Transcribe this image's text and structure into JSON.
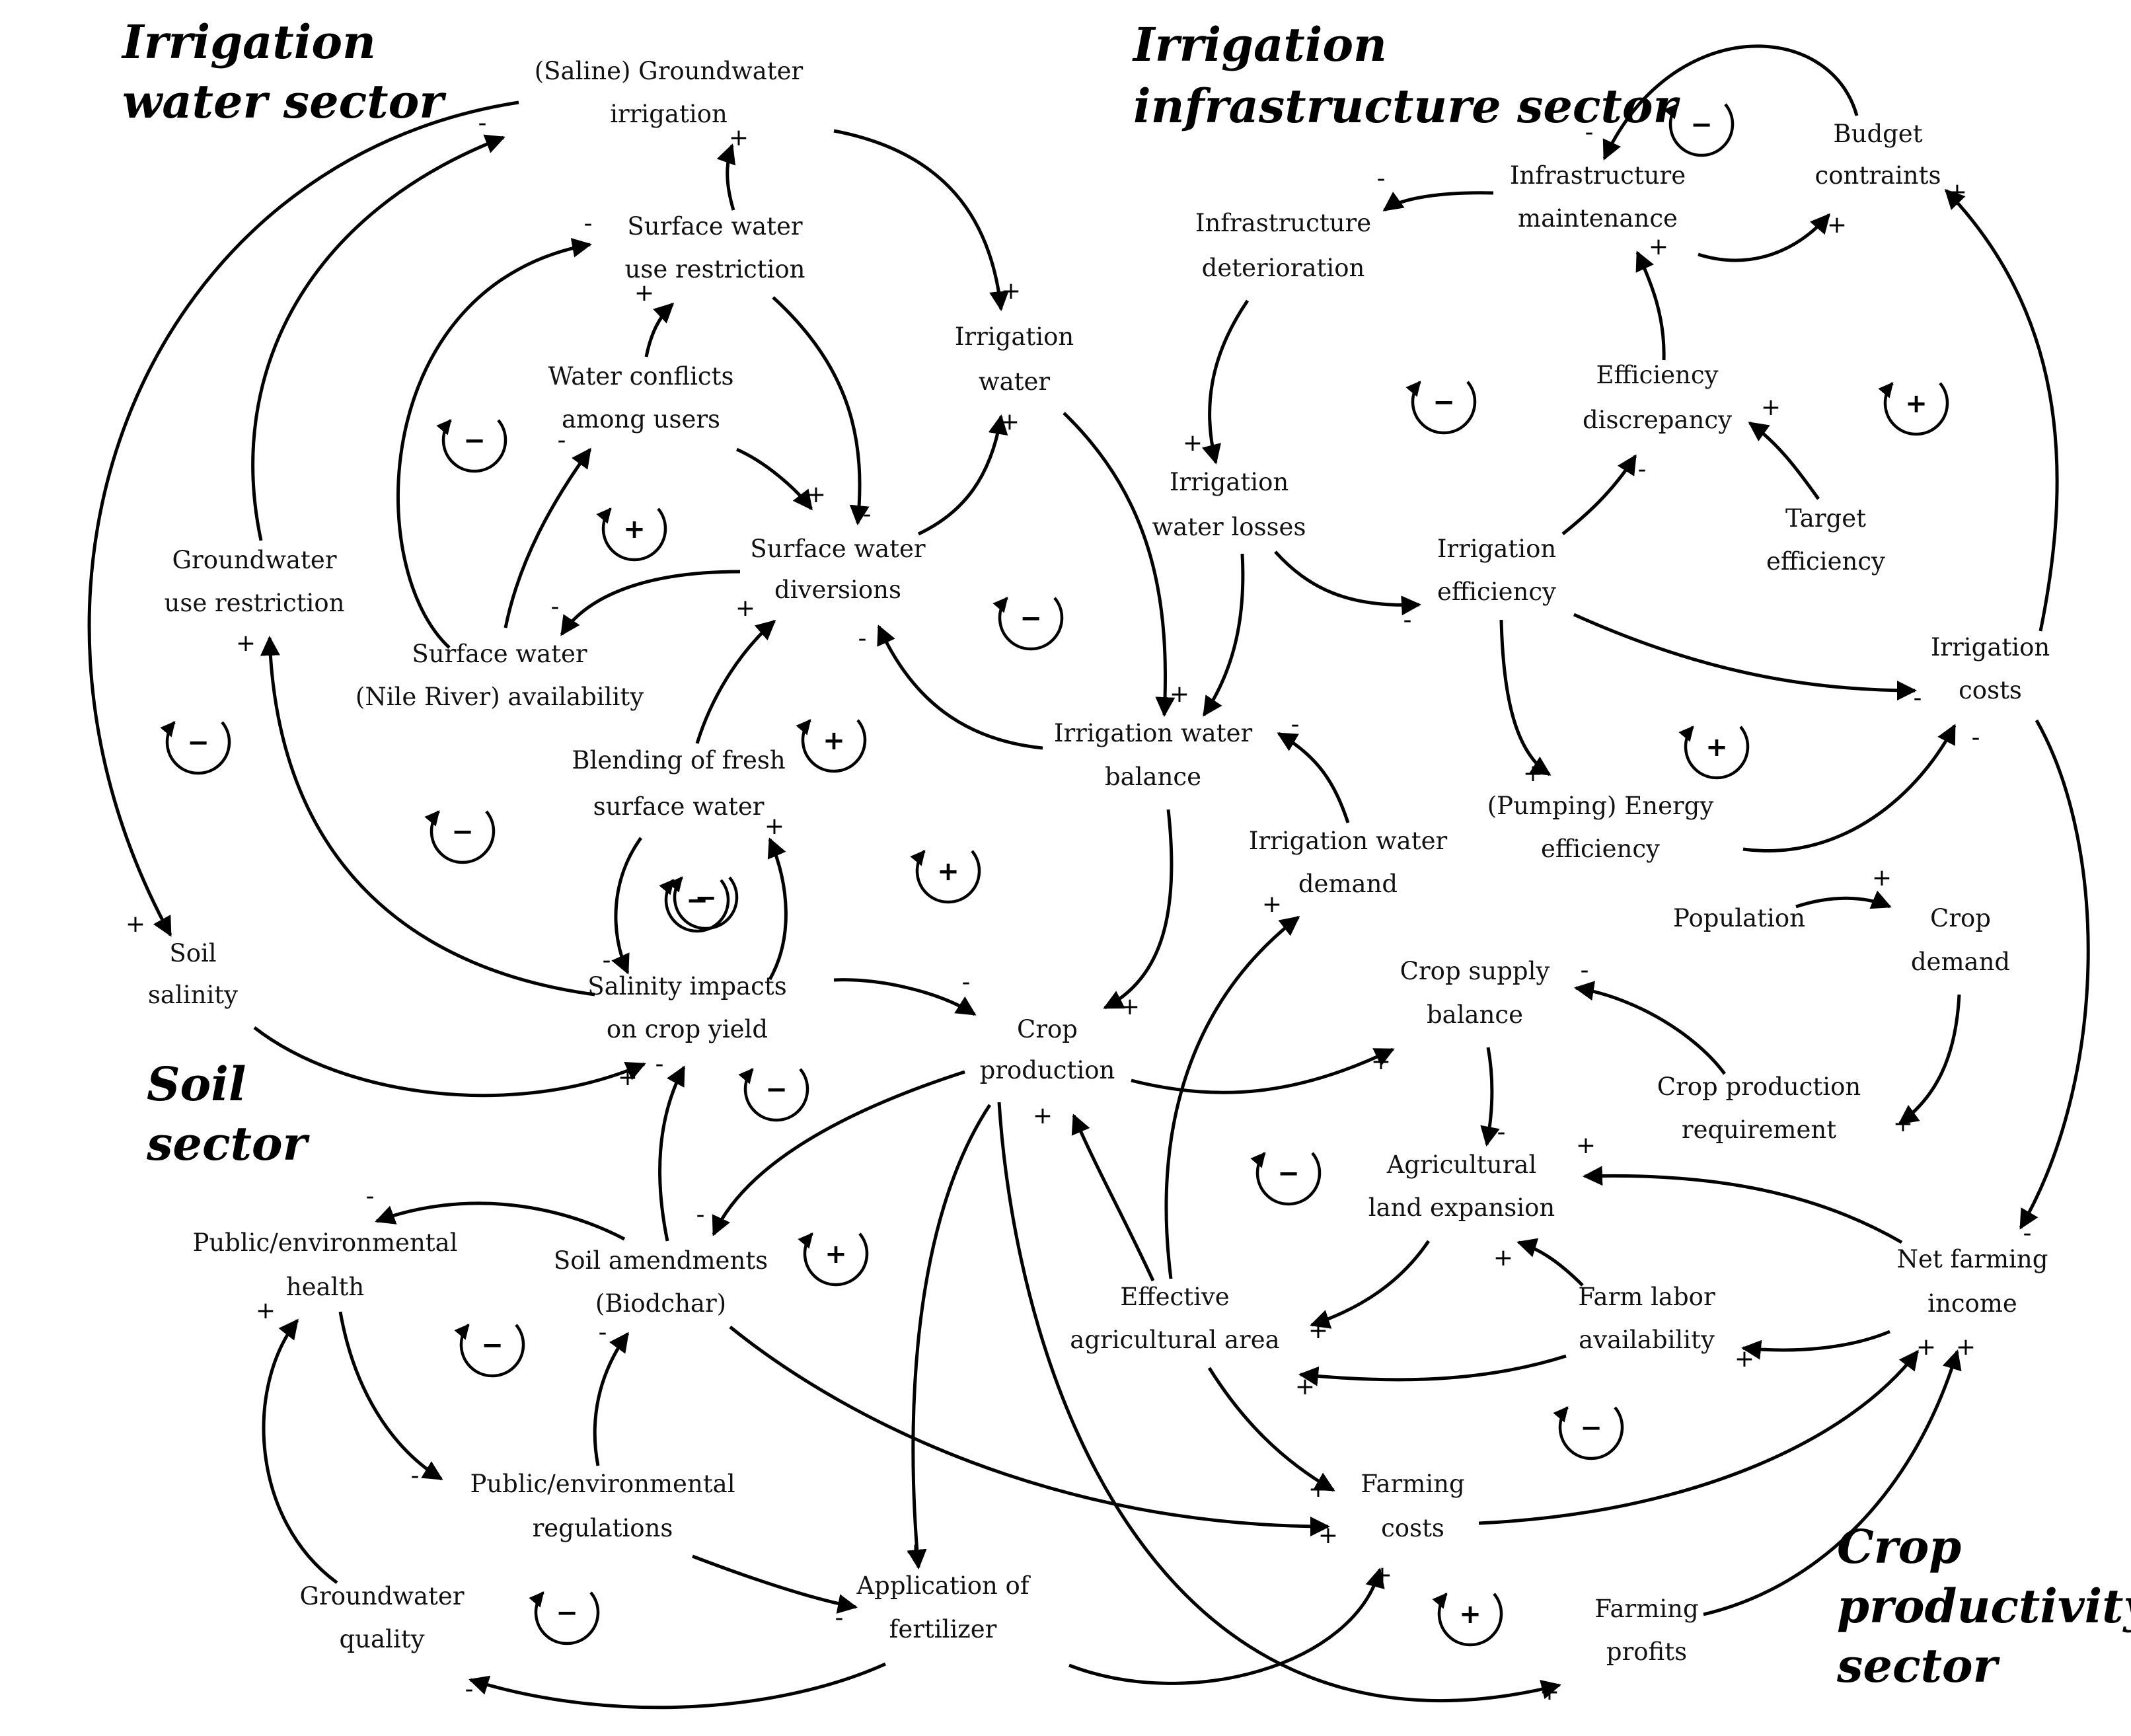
{
  "sectors": {
    "irrigation_water": [
      "Irrigation",
      "water sector"
    ],
    "irrigation_infrastructure": [
      "Irrigation",
      "infrastructure sector"
    ],
    "soil": [
      "Soil",
      "sector"
    ],
    "crop_productivity": [
      "Crop",
      "productivity",
      "sector"
    ]
  },
  "nodes": {
    "saline_gw_irrigation": [
      "(Saline) Groundwater",
      "irrigation"
    ],
    "sw_use_restriction": [
      "Surface water",
      "use restriction"
    ],
    "water_conflicts": [
      "Water conflicts",
      "among users"
    ],
    "irrigation_water": [
      "Irrigation",
      "water"
    ],
    "gw_use_restriction": [
      "Groundwater",
      "use restriction"
    ],
    "sw_diversions": [
      "Surface water",
      "diversions"
    ],
    "sw_availability": [
      "Surface water",
      "(Nile River) availability"
    ],
    "blending": [
      "Blending of fresh",
      "surface water"
    ],
    "soil_salinity": [
      "Soil",
      "salinity"
    ],
    "salinity_impacts": [
      "Salinity impacts",
      "on crop yield"
    ],
    "infra_maintenance": [
      "Infrastructure",
      "maintenance"
    ],
    "budget": [
      "Budget",
      "contraints"
    ],
    "infra_deterioration": [
      "Infrastructure",
      "deterioration"
    ],
    "efficiency_discrepancy": [
      "Efficiency",
      "discrepancy"
    ],
    "irrigation_water_losses": [
      "Irrigation",
      "water losses"
    ],
    "irrigation_efficiency": [
      "Irrigation",
      "efficiency"
    ],
    "target_efficiency": [
      "Target",
      "efficiency"
    ],
    "irrigation_costs": [
      "Irrigation",
      "costs"
    ],
    "irrigation_water_balance": [
      "Irrigation water",
      "balance"
    ],
    "pumping_energy": [
      "(Pumping) Energy",
      "efficiency"
    ],
    "irrigation_water_demand": [
      "Irrigation water",
      "demand"
    ],
    "population": [
      "Population"
    ],
    "crop_demand": [
      "Crop",
      "demand"
    ],
    "crop_production": [
      "Crop",
      "production"
    ],
    "crop_supply_balance": [
      "Crop supply",
      "balance"
    ],
    "crop_production_requirement": [
      "Crop production",
      "requirement"
    ],
    "agri_land_expansion": [
      "Agricultural",
      "land expansion"
    ],
    "public_health": [
      "Public/environmental",
      "health"
    ],
    "soil_amendments": [
      "Soil amendments",
      "(Biodchar)"
    ],
    "effective_area": [
      "Effective",
      "agricultural area"
    ],
    "farm_labor": [
      "Farm labor",
      "availability"
    ],
    "net_farming_income": [
      "Net farming",
      "income"
    ],
    "public_regulations": [
      "Public/environmental",
      "regulations"
    ],
    "farming_costs": [
      "Farming",
      "costs"
    ],
    "groundwater_quality": [
      "Groundwater",
      "quality"
    ],
    "application_fertilizer": [
      "Application of",
      "fertilizer"
    ],
    "farming_profits": [
      "Farming",
      "profits"
    ]
  },
  "links": [
    {
      "from": "saline_gw_irrigation",
      "to": "soil_salinity",
      "polarity": "+"
    },
    {
      "from": "saline_gw_irrigation",
      "to": "irrigation_water",
      "polarity": "+"
    },
    {
      "from": "gw_use_restriction",
      "to": "saline_gw_irrigation",
      "polarity": "-"
    },
    {
      "from": "sw_use_restriction",
      "to": "saline_gw_irrigation",
      "polarity": "+"
    },
    {
      "from": "sw_use_restriction",
      "to": "sw_diversions",
      "polarity": "-"
    },
    {
      "from": "water_conflicts",
      "to": "sw_use_restriction",
      "polarity": "+"
    },
    {
      "from": "water_conflicts",
      "to": "sw_diversions",
      "polarity": "+"
    },
    {
      "from": "sw_availability",
      "to": "sw_use_restriction",
      "polarity": "-"
    },
    {
      "from": "sw_availability",
      "to": "water_conflicts",
      "polarity": "-"
    },
    {
      "from": "sw_diversions",
      "to": "sw_availability",
      "polarity": "-"
    },
    {
      "from": "sw_diversions",
      "to": "irrigation_water",
      "polarity": "+"
    },
    {
      "from": "blending",
      "to": "sw_diversions",
      "polarity": "+"
    },
    {
      "from": "blending",
      "to": "salinity_impacts",
      "polarity": "-"
    },
    {
      "from": "salinity_impacts",
      "to": "blending",
      "polarity": "+"
    },
    {
      "from": "salinity_impacts",
      "to": "gw_use_restriction",
      "polarity": "+"
    },
    {
      "from": "salinity_impacts",
      "to": "crop_production",
      "polarity": "-"
    },
    {
      "from": "soil_salinity",
      "to": "salinity_impacts",
      "polarity": "+"
    },
    {
      "from": "irrigation_water",
      "to": "irrigation_water_balance",
      "polarity": "+"
    },
    {
      "from": "irrigation_water_balance",
      "to": "sw_diversions",
      "polarity": "-"
    },
    {
      "from": "irrigation_water_balance",
      "to": "crop_production",
      "polarity": "+"
    },
    {
      "from": "irrigation_water_demand",
      "to": "irrigation_water_balance",
      "polarity": "-"
    },
    {
      "from": "infra_deterioration",
      "to": "irrigation_water_losses",
      "polarity": "+"
    },
    {
      "from": "irrigation_water_losses",
      "to": "irrigation_water_balance",
      "polarity": "-"
    },
    {
      "from": "irrigation_water_losses",
      "to": "irrigation_efficiency",
      "polarity": "-"
    },
    {
      "from": "infra_maintenance",
      "to": "infra_deterioration",
      "polarity": "-"
    },
    {
      "from": "infra_maintenance",
      "to": "budget",
      "polarity": "+"
    },
    {
      "from": "budget",
      "to": "infra_maintenance",
      "polarity": "-"
    },
    {
      "from": "efficiency_discrepancy",
      "to": "infra_maintenance",
      "polarity": "+"
    },
    {
      "from": "irrigation_efficiency",
      "to": "efficiency_discrepancy",
      "polarity": "-"
    },
    {
      "from": "target_efficiency",
      "to": "efficiency_discrepancy",
      "polarity": "+"
    },
    {
      "from": "irrigation_efficiency",
      "to": "irrigation_costs",
      "polarity": "-"
    },
    {
      "from": "irrigation_efficiency",
      "to": "pumping_energy",
      "polarity": "+"
    },
    {
      "from": "irrigation_costs",
      "to": "budget",
      "polarity": "+"
    },
    {
      "from": "pumping_energy",
      "to": "irrigation_costs",
      "polarity": "-"
    },
    {
      "from": "irrigation_costs",
      "to": "net_farming_income",
      "polarity": "-"
    },
    {
      "from": "population",
      "to": "crop_demand",
      "polarity": "+"
    },
    {
      "from": "crop_demand",
      "to": "crop_production_requirement",
      "polarity": "+"
    },
    {
      "from": "crop_production_requirement",
      "to": "crop_supply_balance",
      "polarity": "-"
    },
    {
      "from": "crop_production",
      "to": "crop_supply_balance",
      "polarity": "+"
    },
    {
      "from": "crop_supply_balance",
      "to": "agri_land_expansion",
      "polarity": "-"
    },
    {
      "from": "net_farming_income",
      "to": "agri_land_expansion",
      "polarity": "+"
    },
    {
      "from": "farm_labor",
      "to": "agri_land_expansion",
      "polarity": "+"
    },
    {
      "from": "agri_land_expansion",
      "to": "effective_area",
      "polarity": "+"
    },
    {
      "from": "farm_labor",
      "to": "effective_area",
      "polarity": "+"
    },
    {
      "from": "net_farming_income",
      "to": "farm_labor",
      "polarity": "+"
    },
    {
      "from": "effective_area",
      "to": "crop_production",
      "polarity": "+"
    },
    {
      "from": "effective_area",
      "to": "irrigation_water_demand",
      "polarity": "+"
    },
    {
      "from": "effective_area",
      "to": "farming_costs",
      "polarity": "+"
    },
    {
      "from": "crop_production",
      "to": "soil_amendments",
      "polarity": "-"
    },
    {
      "from": "soil_amendments",
      "to": "salinity_impacts",
      "polarity": "-"
    },
    {
      "from": "soil_amendments",
      "to": "public_health",
      "polarity": "-"
    },
    {
      "from": "soil_amendments",
      "to": "farming_costs",
      "polarity": "+"
    },
    {
      "from": "public_health",
      "to": "public_regulations",
      "polarity": "-"
    },
    {
      "from": "public_regulations",
      "to": "soil_amendments",
      "polarity": "-"
    },
    {
      "from": "public_regulations",
      "to": "application_fertilizer",
      "polarity": "-"
    },
    {
      "from": "groundwater_quality",
      "to": "public_health",
      "polarity": "+"
    },
    {
      "from": "application_fertilizer",
      "to": "groundwater_quality",
      "polarity": "-"
    },
    {
      "from": "application_fertilizer",
      "to": "farming_costs",
      "polarity": "+"
    },
    {
      "from": "crop_production",
      "to": "application_fertilizer",
      "polarity": "+"
    },
    {
      "from": "crop_production",
      "to": "farming_profits",
      "polarity": "+"
    },
    {
      "from": "farming_costs",
      "to": "net_farming_income",
      "polarity": "+"
    },
    {
      "from": "farming_profits",
      "to": "net_farming_income",
      "polarity": "+"
    }
  ],
  "loops": [
    "-",
    "+",
    "-",
    "+",
    "-",
    "-",
    "-",
    "-",
    "+",
    "-",
    "+",
    "-",
    "+",
    "+",
    "-",
    "-",
    "-",
    "+",
    "-",
    "-",
    "+"
  ]
}
